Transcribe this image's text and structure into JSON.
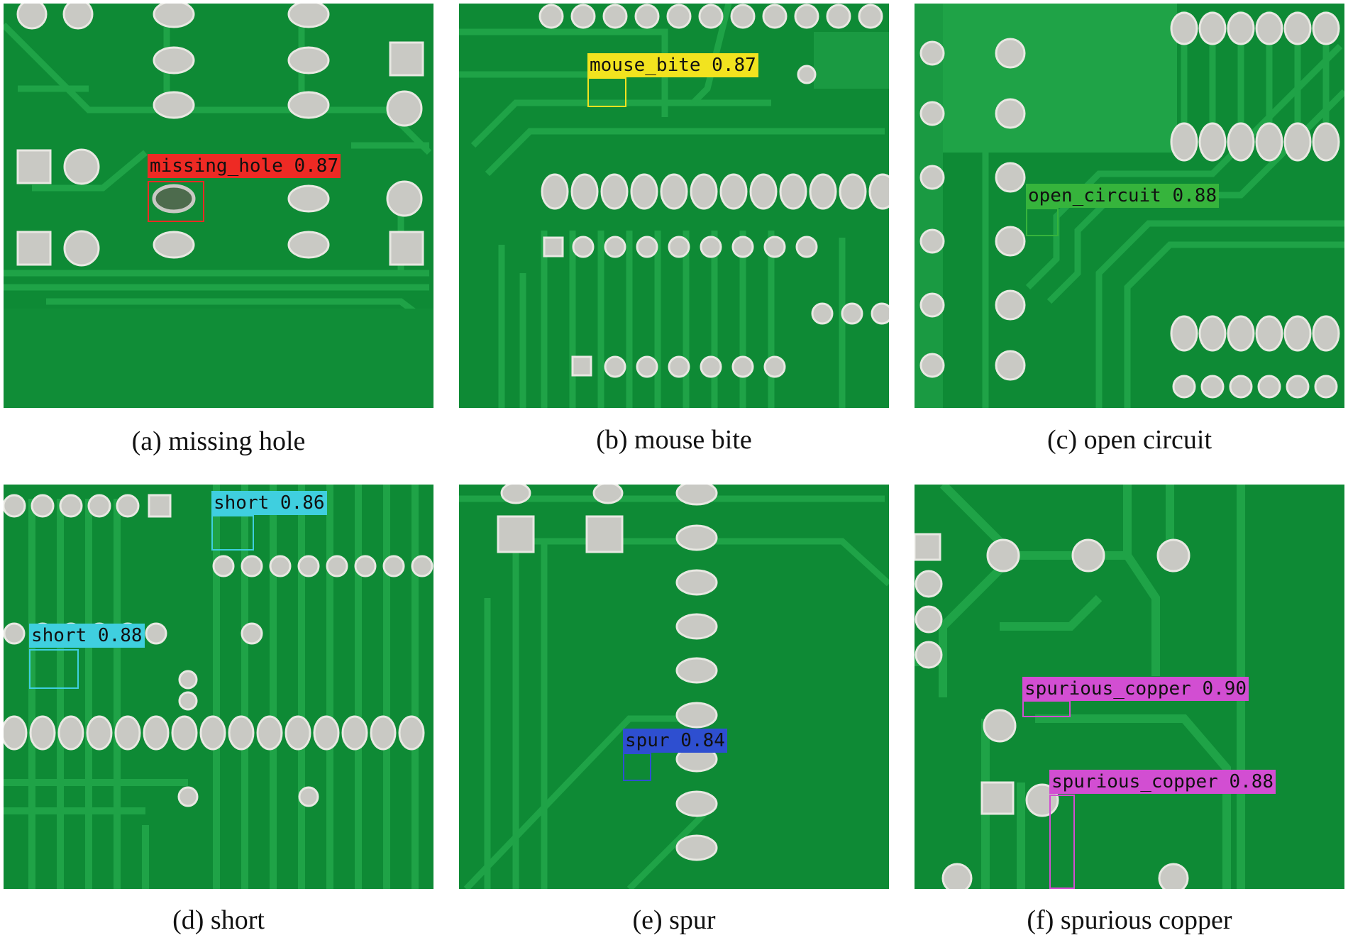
{
  "panels": [
    {
      "caption": "(a) missing hole",
      "detections": [
        {
          "label": "missing_hole 0.87",
          "color": "#ee2a24"
        }
      ]
    },
    {
      "caption": "(b) mouse bite",
      "detections": [
        {
          "label": "mouse_bite 0.87",
          "color": "#f2e31f"
        }
      ]
    },
    {
      "caption": "(c) open circuit",
      "detections": [
        {
          "label": "open_circuit 0.88",
          "color": "#36b43c"
        }
      ]
    },
    {
      "caption": "(d) short",
      "detections": [
        {
          "label": "short 0.86",
          "color": "#3fcfdf"
        },
        {
          "label": "short 0.88",
          "color": "#3fcfdf"
        }
      ]
    },
    {
      "caption": "(e) spur",
      "detections": [
        {
          "label": "spur 0.84",
          "color": "#2e4fd0"
        }
      ]
    },
    {
      "caption": "(f) spurious copper",
      "detections": [
        {
          "label": "spurious_copper 0.90",
          "color": "#d24ed2"
        },
        {
          "label": "spurious_copper 0.88",
          "color": "#d24ed2"
        }
      ]
    }
  ],
  "colors": {
    "board": "#0e8a35",
    "trace": "#1fa347",
    "pad": "#c9c9c4",
    "page": "#ffffff"
  }
}
